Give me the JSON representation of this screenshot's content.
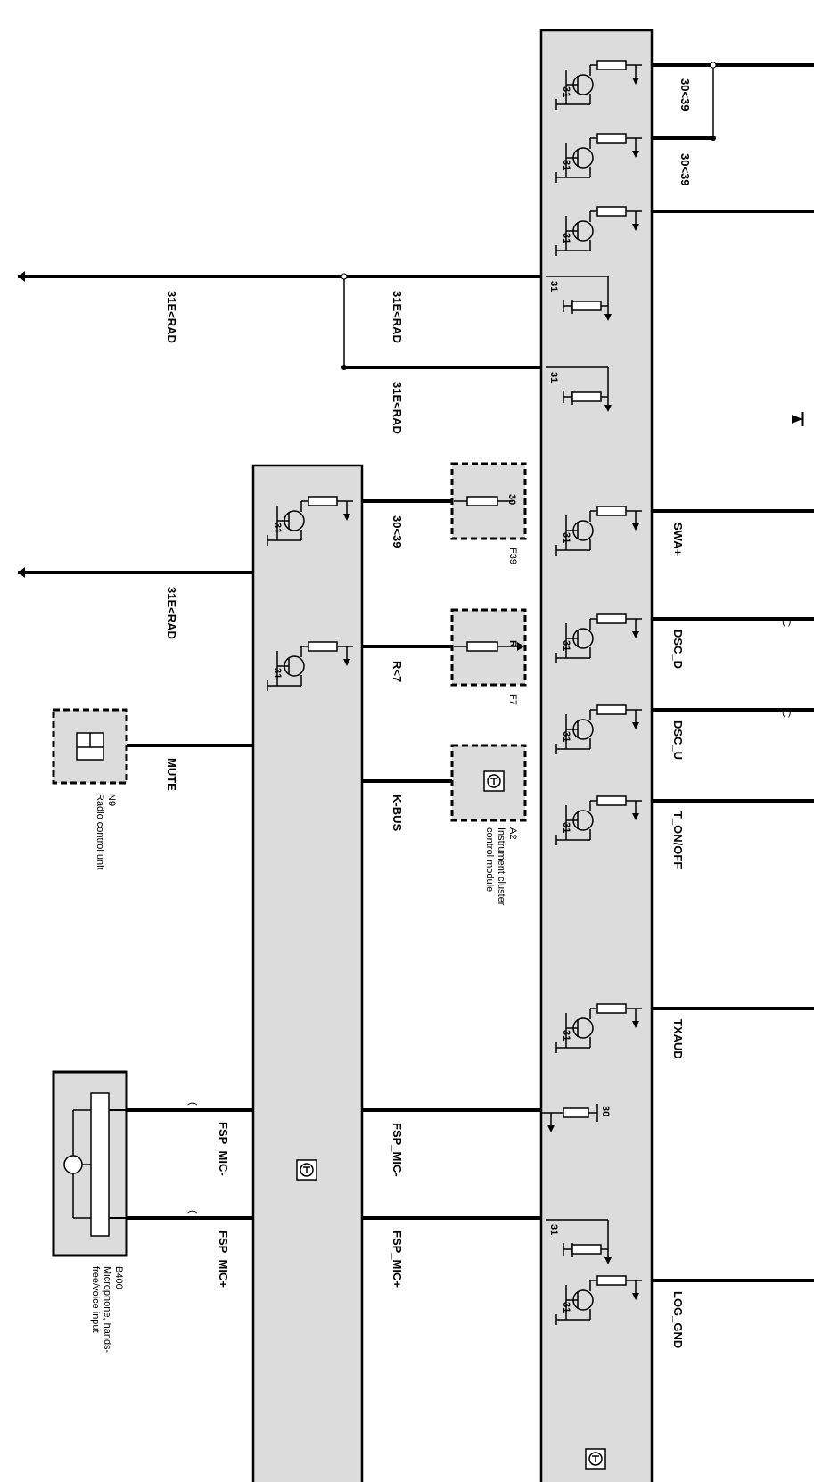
{
  "diagram": {
    "right_wire_labels": [
      "30<39",
      "30<39",
      "SWA+",
      "DSC_D",
      "DSC_U",
      "T_ON/OFF",
      "TXAUD",
      "LOG_GND"
    ],
    "mid_wire_labels": [
      "31E<RAD",
      "31E<RAD",
      "30<39",
      "R<7",
      "K-BUS",
      "FSP_MIC-",
      "FSP_MIC+"
    ],
    "left_wire_labels": [
      "31E<RAD",
      "31E<RAD",
      "MUTE",
      "FSP_MIC-",
      "FSP_MIC+"
    ],
    "ground_label": "31",
    "supply_label": "30",
    "fuse_f39": {
      "id": "F39",
      "pin": "30"
    },
    "fuse_f7": {
      "id": "F7",
      "pin": "R"
    },
    "a2": {
      "id": "A2",
      "name_lines": [
        "Instrument cluster",
        "control module"
      ]
    },
    "n9": {
      "id": "N9",
      "name": "Radio control unit"
    },
    "b400": {
      "id": "B400",
      "name_lines": [
        "Microphone, hands-",
        "free/voice input"
      ]
    }
  }
}
